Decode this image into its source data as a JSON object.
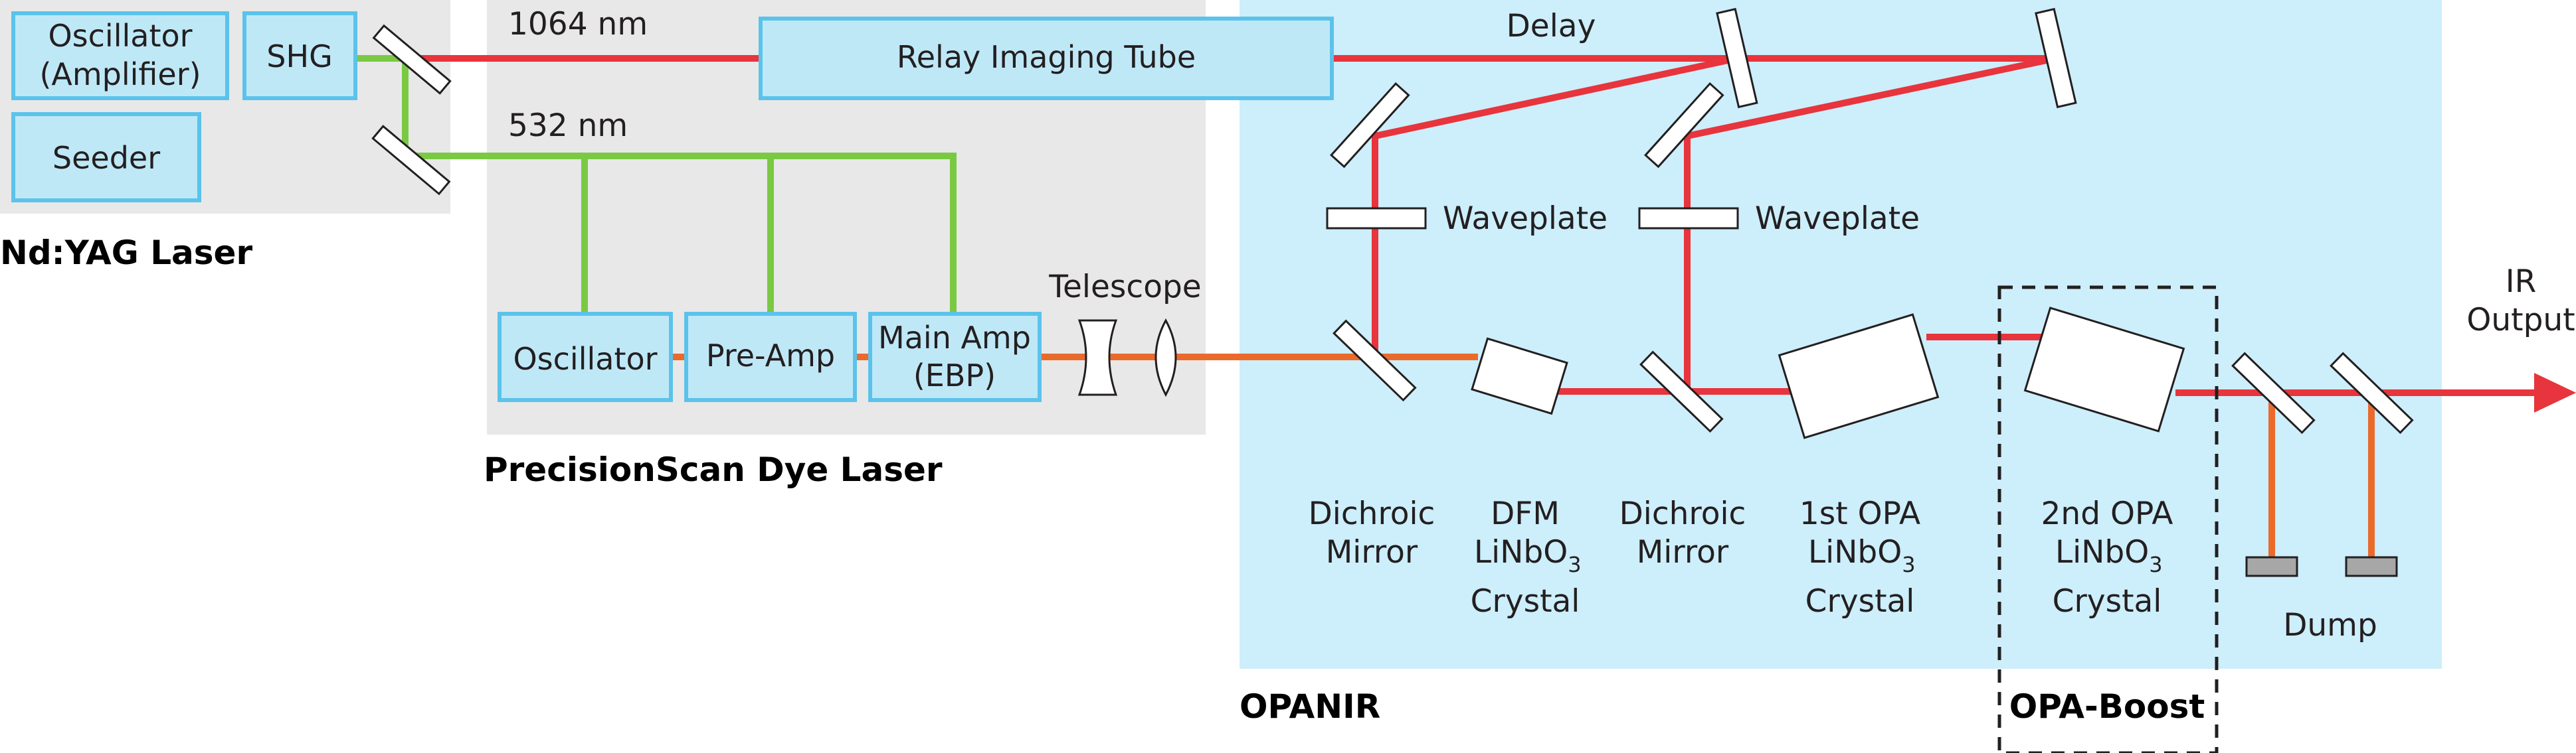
{
  "colors": {
    "red_beam": "#e8343c",
    "green_beam": "#7ac943",
    "orange_beam": "#ea6a2c",
    "component_fill": "#bfe8f7",
    "component_stroke": "#5bc3eb",
    "panel_grey": "#e8e8e8",
    "panel_blue": "#cdeefb"
  },
  "nd_yag": {
    "title": "Nd:YAG Laser",
    "oscillator_line1": "Oscillator",
    "oscillator_line2": "(Amplifier)",
    "shg": "SHG",
    "seeder": "Seeder"
  },
  "beams": {
    "ir_1064": "1064 nm",
    "green_532": "532 nm"
  },
  "relay_tube": "Relay Imaging Tube",
  "dye_laser": {
    "title": "PrecisionScan Dye Laser",
    "oscillator": "Oscillator",
    "pre_amp": "Pre-Amp",
    "main_amp_line1": "Main Amp",
    "main_amp_line2": "(EBP)",
    "telescope": "Telescope"
  },
  "opanir": {
    "title": "OPANIR",
    "delay": "Delay",
    "waveplate_1": "Waveplate",
    "waveplate_2": "Waveplate",
    "dichroic_1_line1": "Dichroic",
    "dichroic_1_line2": "Mirror",
    "dfm_line1": "DFM",
    "dfm_line2": "LiNbO",
    "dfm_sub": "3",
    "dfm_line3": "Crystal",
    "dichroic_2_line1": "Dichroic",
    "dichroic_2_line2": "Mirror",
    "opa1_line1": "1st OPA",
    "opa1_line2": "LiNbO",
    "opa1_sub": "3",
    "opa1_line3": "Crystal",
    "opa2_line1": "2nd OPA",
    "opa2_line2": "LiNbO",
    "opa2_sub": "3",
    "opa2_line3": "Crystal",
    "dump": "Dump",
    "boost_title": "OPA-Boost",
    "ir_output_line1": "IR",
    "ir_output_line2": "Output"
  }
}
